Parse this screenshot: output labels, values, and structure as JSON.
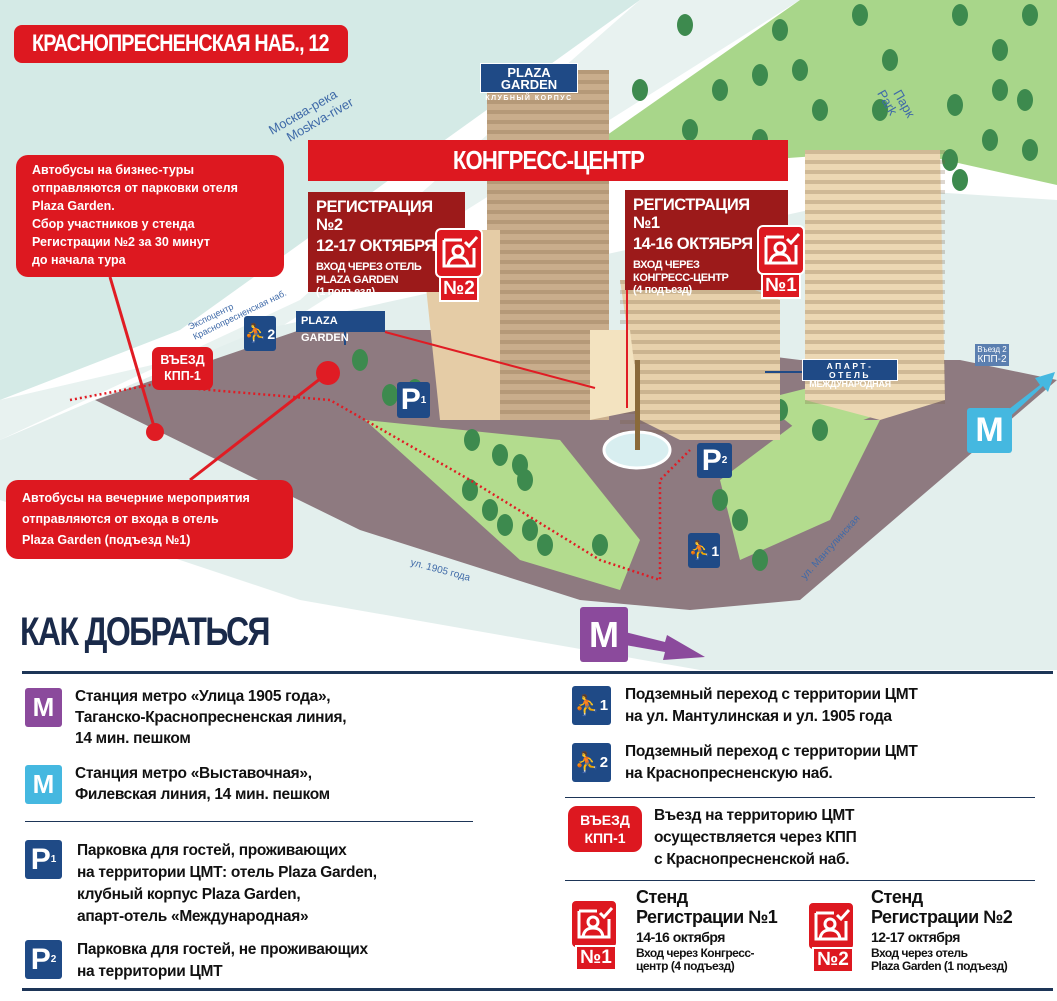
{
  "map": {
    "address": "КРАСНОПРЕСНЕНСКАЯ НАБ., 12",
    "river_ru": "Москва-река",
    "river_en": "Moskva-river",
    "park_ru": "Парк",
    "park_en": "Park",
    "street_1905": "ул. 1905 года",
    "street_mantulinskaya": "ул. Мантулинская",
    "street_expo": "Экспоцентр",
    "street_embankment": "Краснопресненская наб.",
    "congress_center": "КОНГРЕСС-ЦЕНТР",
    "plaza_tower_label": "PLAZA GARDEN",
    "plaza_tower_sub": "КЛУБНЫЙ КОРПУС",
    "plaza_garden_label": "PLAZA GARDEN",
    "apart_hotel_top": "АПАРТ-ОТЕЛЬ",
    "apart_hotel_name": "МЕЖДУНАРОДНАЯ",
    "entry2_top": "Въезд 2",
    "entry2_name": "КПП-2",
    "entry1_top": "ВЪЕЗД",
    "entry1_name": "КПП-1",
    "bus_business": [
      "Автобусы на бизнес-туры",
      "отправляются от парковки отеля",
      "Plaza Garden.",
      "Сбор участников у стенда",
      "Регистрации №2 за 30 минут",
      "до начала тура"
    ],
    "bus_evening": [
      "Автобусы на вечерние мероприятия",
      "отправляются от входа в отель",
      "Plaza Garden (подъезд №1)"
    ],
    "reg2": {
      "title": "РЕГИСТРАЦИЯ №2",
      "dates": "12-17 ОКТЯБРЯ",
      "entry": [
        "ВХОД ЧЕРЕЗ ОТЕЛЬ",
        "PLAZA GARDEN",
        "(1 подъезд)"
      ],
      "badge": "№2"
    },
    "reg1": {
      "title": "РЕГИСТРАЦИЯ №1",
      "dates": "14-16 ОКТЯБРЯ",
      "entry": [
        "ВХОД ЧЕРЕЗ",
        "КОНГРЕСС-ЦЕНТР",
        "(4 подъезд)"
      ],
      "badge": "№1"
    },
    "p1": "P",
    "p1_num": "1",
    "p2": "P",
    "p2_num": "2",
    "stair1_num": "1",
    "stair2_num": "2",
    "metro_letter": "М"
  },
  "how_to_get": {
    "title": "КАК ДОБРАТЬСЯ",
    "metro1": [
      "Станция метро «Улица 1905 года»,",
      "Таганско-Краснопресненская линия,",
      "14 мин. пешком"
    ],
    "metro2": [
      "Станция метро «Выставочная»,",
      "Филевская линия, 14 мин. пешком"
    ],
    "parking1": [
      "Парковка для гостей, проживающих",
      "на территории ЦМТ: отель Plaza Garden,",
      "клубный корпус Plaza Garden,",
      "апарт-отель «Международная»"
    ],
    "parking2": [
      "Парковка для гостей, не проживающих",
      "на территории ЦМТ"
    ],
    "underpass1": [
      "Подземный переход с территории ЦМТ",
      "на ул. Мантулинская и ул. 1905 года"
    ],
    "underpass2": [
      "Подземный переход с территории ЦМТ",
      "на Краснопресненскую наб."
    ],
    "entry": [
      "Въезд на территорию ЦМТ",
      "осуществляется через КПП",
      "с Краснопресненской наб."
    ],
    "stand1": {
      "l1": "Стенд",
      "l2": "Регистрации №1",
      "dates": "14-16 октября",
      "entry": [
        "Вход через Конгресс-",
        "центр (4 подъезд)"
      ],
      "badge": "№1"
    },
    "stand2": {
      "l1": "Стенд",
      "l2": "Регистрации №2",
      "dates": "12-17 октября",
      "entry": [
        "Вход через отель",
        "Plaza Garden (1 подъезд)"
      ],
      "badge": "№2"
    }
  },
  "colors": {
    "red": "#dd1820",
    "dark_red": "#9c1a1a",
    "navy": "#1f4a86",
    "metro_purple": "#8b4a9c",
    "metro_cyan": "#45b8e0",
    "park": "#a8d68a",
    "river": "#d7ebe8"
  }
}
